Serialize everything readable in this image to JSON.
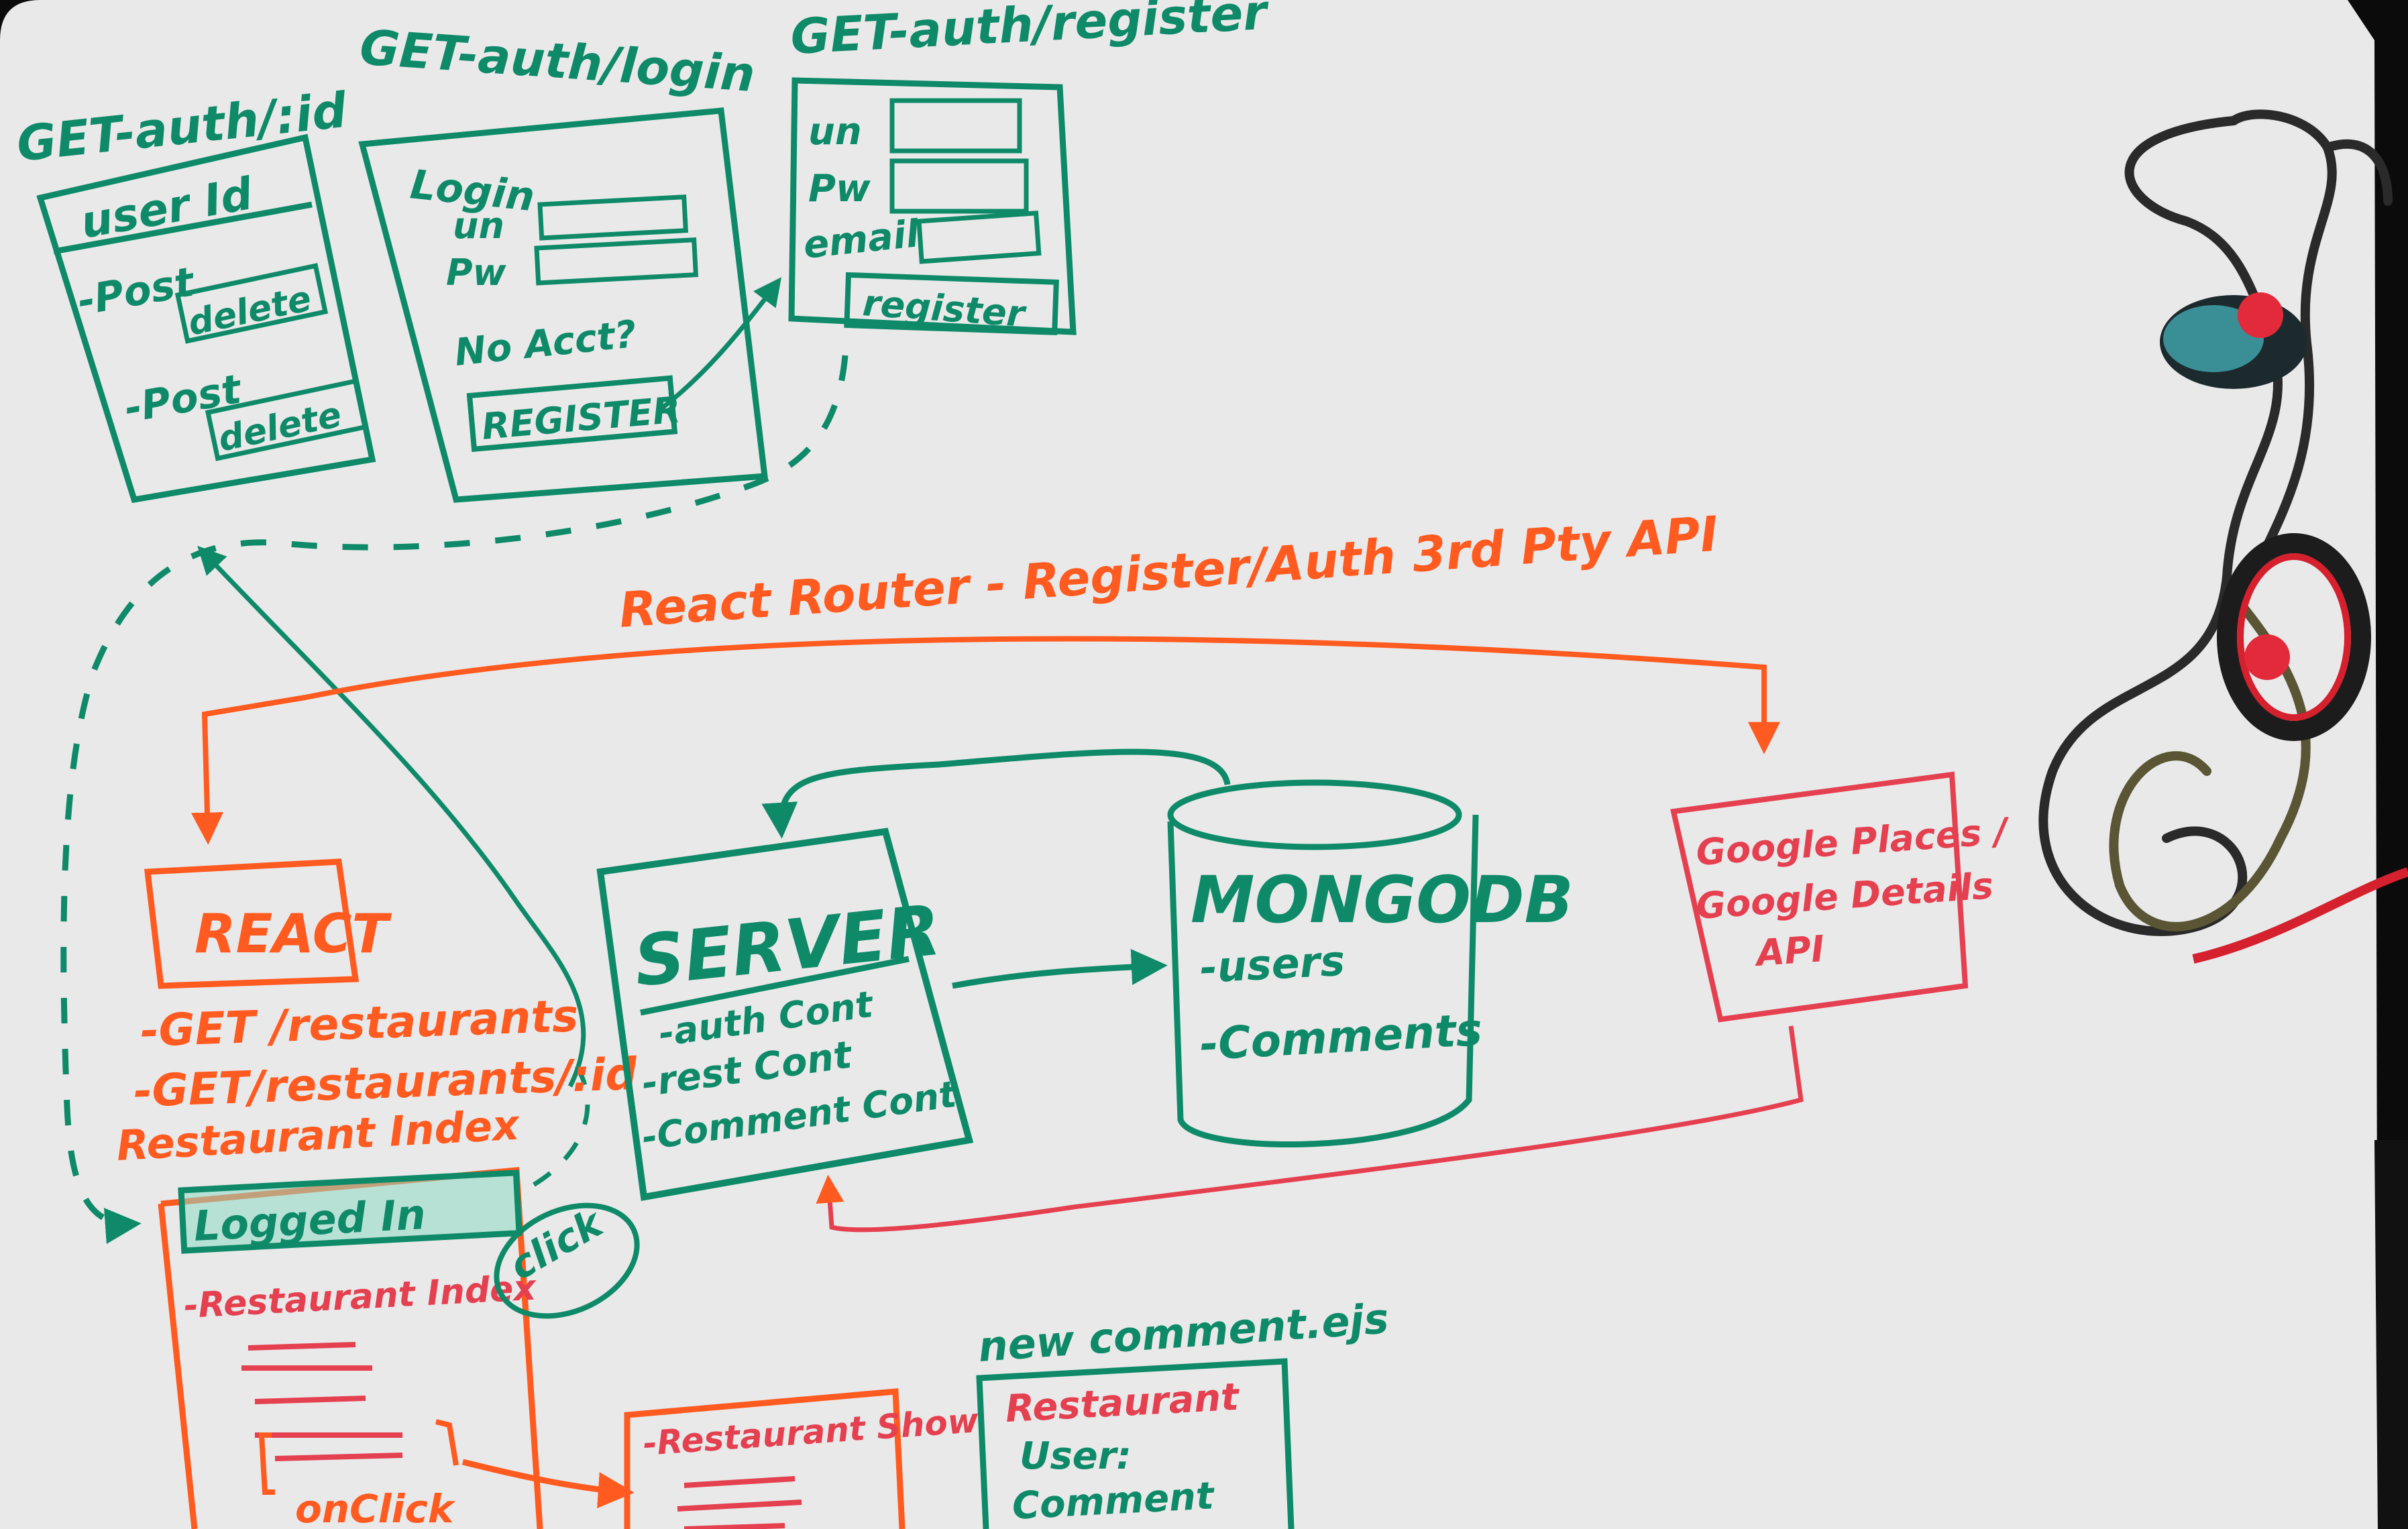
{
  "colors": {
    "board": "#e9e9ea",
    "green": "#0f8a68",
    "orange": "#ff5a1f",
    "red": "#e4404f",
    "cable": "#2a2a2a"
  },
  "labels": {
    "route_user": "GET-auth/:id",
    "route_login": "GET-auth/login",
    "route_register": "GET-auth/register",
    "react_router_note": "React Router - Register/Auth 3rd Pty API",
    "react": "REACT",
    "get_restaurants": "-GET /restaurants",
    "get_restaurant_id": "-GET/restaurants/:id",
    "restaurant_index_title": "Restaurant Index",
    "new_comment_file": "new comment.ejs",
    "click": "click",
    "onclick": "onClick"
  },
  "user_box": {
    "title": "user Id",
    "post1": "-Post",
    "post2": "-Post",
    "delete1": "delete",
    "delete2": "delete"
  },
  "login_box": {
    "title": "Login",
    "un": "un",
    "pw": "Pw",
    "no_account": "No Acct?",
    "register_button": "REGISTER"
  },
  "register_box": {
    "un": "un",
    "pw": "Pw",
    "email": "email",
    "register_button": "register"
  },
  "server": {
    "title": "SERVER",
    "items": [
      "-auth Cont",
      "-rest Cont",
      "-Comment Cont"
    ]
  },
  "mongodb": {
    "title": "MONGODB",
    "items": [
      "-users",
      "-Comments"
    ]
  },
  "google_api": {
    "lines": [
      "Google Places /",
      "Google Details",
      "API"
    ]
  },
  "index_box": {
    "logged_in": "Logged In",
    "restaurant_index": "-Restaurant Index"
  },
  "show_box": {
    "title": "-Restaurant Show"
  },
  "comment_box": {
    "lines": [
      "Restaurant",
      "User:",
      "Comment"
    ]
  }
}
